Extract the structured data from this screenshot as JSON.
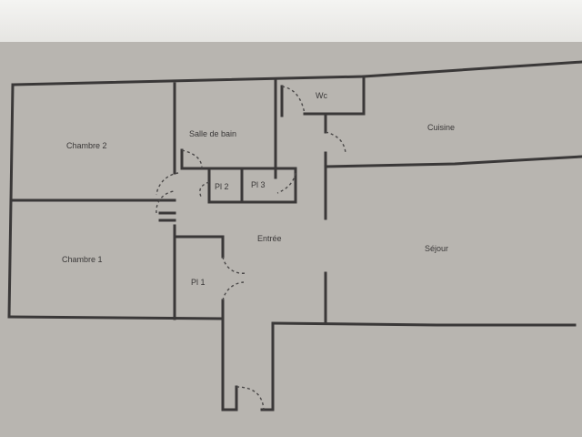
{
  "title": "Floor plan",
  "rooms": {
    "chambre2": "Chambre 2",
    "chambre1": "Chambre 1",
    "salle_de_bain": "Salle de bain",
    "wc": "Wc",
    "cuisine": "Cuisine",
    "placard2": "Pl 2",
    "placard3": "Pl 3",
    "placard1": "Pl 1",
    "entree": "Entrée",
    "sejour": "Séjour"
  }
}
